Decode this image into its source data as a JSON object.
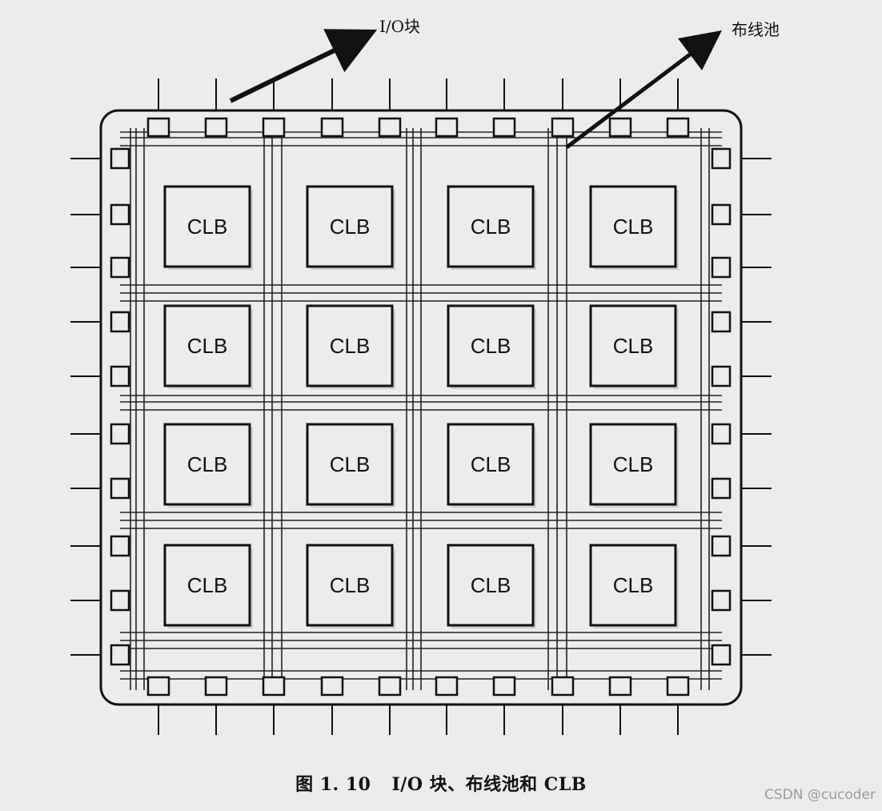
{
  "callouts": {
    "io_block": "I/O块",
    "routing_pool": "布线池"
  },
  "clb_grid": {
    "rows": 4,
    "cols": 4,
    "label": "CLB"
  },
  "caption": {
    "number": "图 1. 10",
    "text": "I/O 块、布线池和 CLB"
  },
  "watermark": "CSDN @cucoder",
  "colors": {
    "background": "#ececec",
    "ink": "#111111",
    "watermark": "#9a9a9a"
  }
}
